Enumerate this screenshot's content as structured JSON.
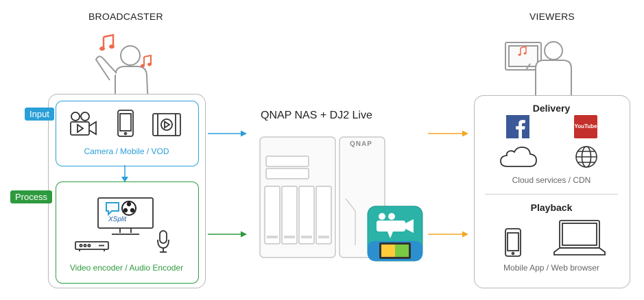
{
  "broadcaster": {
    "heading": "BROADCASTER",
    "input_tag": "Input",
    "input_caption": "Camera / Mobile / VOD",
    "process_tag": "Process",
    "process_caption": "Video encoder / Audio Encoder",
    "xsplit_label": "XSplit"
  },
  "center": {
    "title": "QNAP NAS + DJ2 Live",
    "nas_brand": "QNAP"
  },
  "viewers": {
    "heading": "VIEWERS",
    "delivery_title": "Delivery",
    "delivery_caption": "Cloud services / CDN",
    "youtube_label": "YouTube",
    "playback_title": "Playback",
    "playback_caption": "Mobile App / Web browser"
  },
  "colors": {
    "input_blue": "#2a9fd8",
    "process_green": "#2e9a3e",
    "arrow_orange": "#f5a623",
    "music_note": "#ef6b4a",
    "facebook": "#3b5998",
    "youtube": "#c4302b",
    "app_teal": "#2bb3a8"
  }
}
